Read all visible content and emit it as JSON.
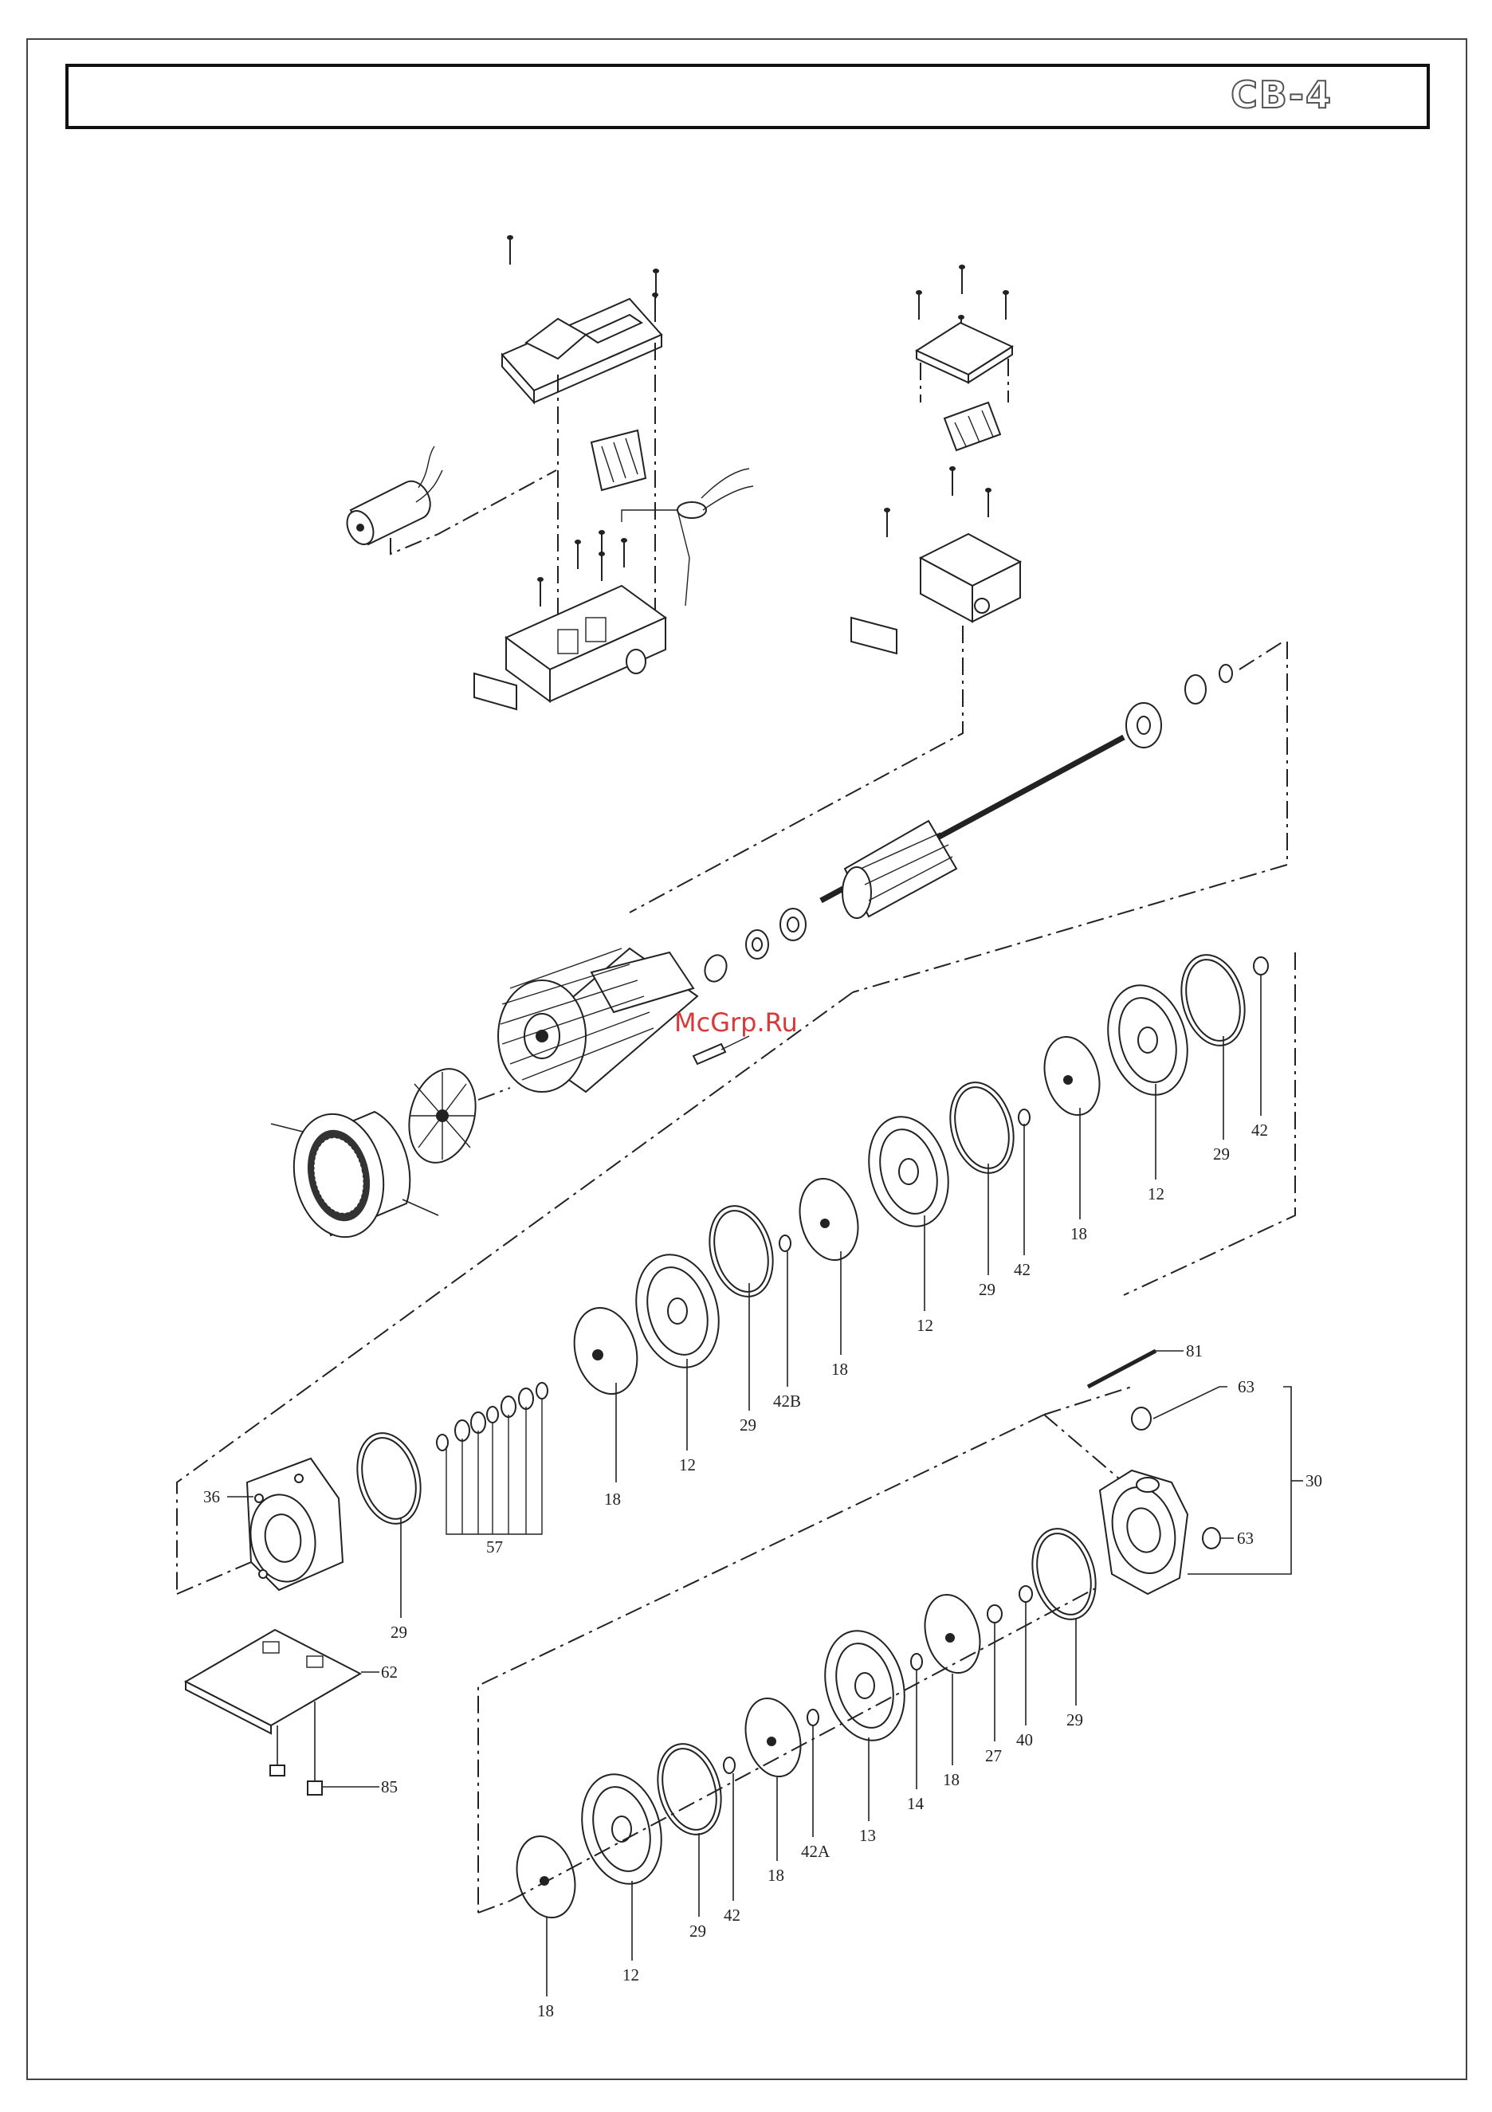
{
  "header": {
    "sheet_code": "CB-4"
  },
  "watermark": "McGrp.Ru",
  "labels": {
    "l36": "36",
    "l29a": "29",
    "l62": "62",
    "l85": "85",
    "l57": "57",
    "l18a": "18",
    "l12a": "12",
    "l29b": "29",
    "l42B": "42B",
    "l18b": "18",
    "l12b": "12",
    "l29c": "29",
    "l42a": "42",
    "l18c": "18",
    "l12c": "12",
    "l29d": "29",
    "l42b": "42",
    "l81": "81",
    "l63a": "63",
    "l30": "30",
    "l63b": "63",
    "l29e": "29",
    "l40": "40",
    "l27": "27",
    "l18d": "18",
    "l14": "14",
    "l13": "13",
    "l42A": "42A",
    "l18e": "18",
    "l42c": "42",
    "l29f": "29",
    "l12d": "12",
    "l18f": "18"
  },
  "icons": [
    "terminal-box-icon",
    "capacitor-icon",
    "motor-housing-icon",
    "fan-icon",
    "fan-cover-icon",
    "rotor-shaft-icon",
    "bearing-icon",
    "pump-casing-icon",
    "impeller-icon",
    "diffuser-icon",
    "o-ring-icon",
    "base-plate-icon",
    "bolt-icon"
  ]
}
